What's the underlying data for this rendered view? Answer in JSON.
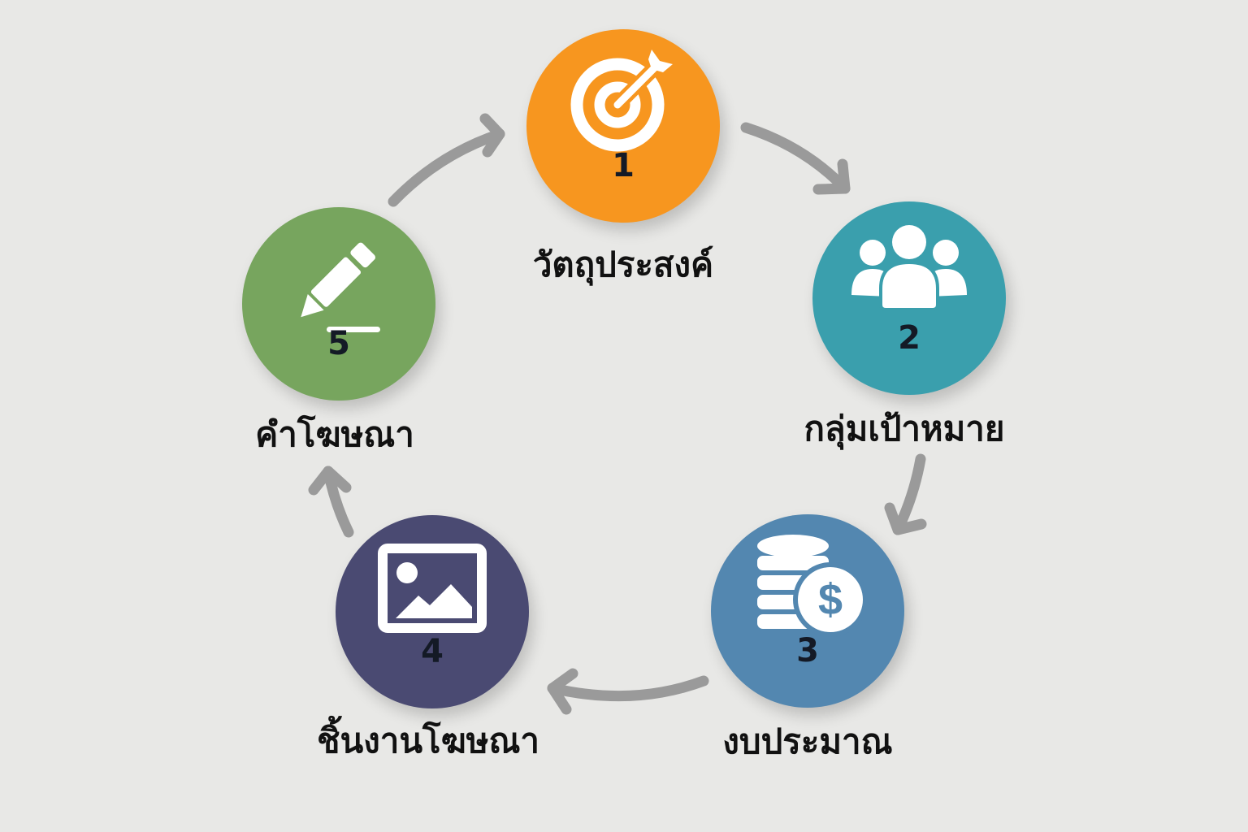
{
  "diagram": {
    "type": "cycle",
    "background_color": "#e8e8e6",
    "arrow_color": "#9a9a9a",
    "steps": [
      {
        "number": "1",
        "label": "วัตถุประสงค์",
        "icon": "target-arrow-icon",
        "color": "#f7961f"
      },
      {
        "number": "2",
        "label": "กลุ่มเป้าหมาย",
        "icon": "users-group-icon",
        "color": "#3a9fad"
      },
      {
        "number": "3",
        "label": "งบประมาณ",
        "icon": "coins-dollar-icon",
        "color": "#5387b0"
      },
      {
        "number": "4",
        "label": "ชิ้นงานโฆษณา",
        "icon": "image-icon",
        "color": "#4a4a72"
      },
      {
        "number": "5",
        "label": "คำโฆษณา",
        "icon": "pencil-icon",
        "color": "#77a55e"
      }
    ],
    "flow": [
      "1",
      "2",
      "3",
      "4",
      "5",
      "1"
    ]
  }
}
